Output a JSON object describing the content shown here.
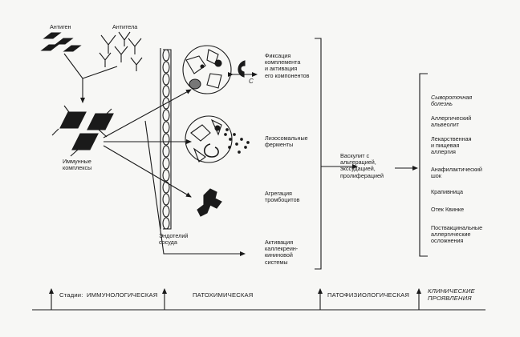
{
  "immune": {
    "antigen_label": "Антиген",
    "antibodies_label": "Антитела",
    "complexes_label": "Иммунные\nкомплексы"
  },
  "cells": {
    "endothelium_label": "Эндотелий\nсосуда",
    "complement_label": "Фиксация\nкомплемента\nи активация\nего компонентов",
    "complement_c_label": "C",
    "lysosomal_label": "Лизосомальные\nферменты",
    "platelets_label": "Агрегация\nтромбоцитов",
    "kallikrein_label": "Активация\nкаллекреин-\nкининовой\nсистемы"
  },
  "vasculitis_label": "Васкулит с\nальтерацией,\nэкссудацией,\nпролиферацией",
  "manifestations": [
    "Сывороточная\nболезнь",
    "Аллергический\nальвеолит",
    "Лекарственная\nи пищевая\nаллергия",
    "Анафилактический\nшок",
    "Крапивница",
    "Отек Квинке",
    "Поствакцинальные\nаллергические\nосложнения"
  ],
  "stages": {
    "prefix": "Стадии:",
    "immunological": "ИММУНОЛОГИЧЕСКАЯ",
    "pathochemical": "ПАТОХИМИЧЕСКАЯ",
    "pathophysiological": "ПАТОФИЗИОЛОГИЧЕСКАЯ",
    "clinical": "КЛИНИЧЕСКИЕ\nПРОЯВЛЕНИЯ"
  }
}
